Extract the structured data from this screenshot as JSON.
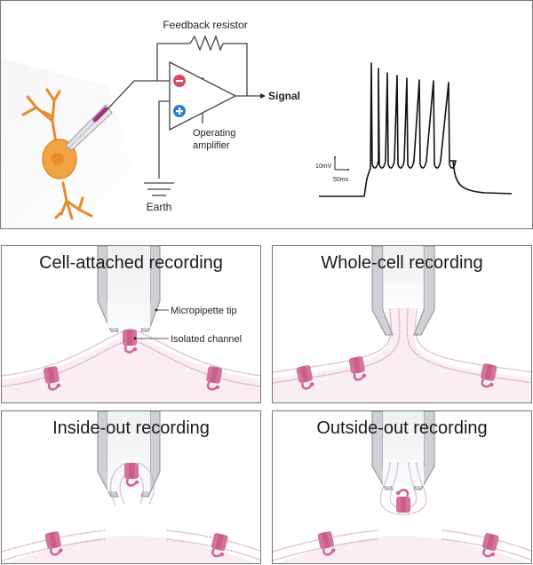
{
  "circuit": {
    "feedback_resistor_label": "Feedback resistor",
    "signal_label": "Signal",
    "amplifier_label_line1": "Operating",
    "amplifier_label_line2": "amplifier",
    "earth_label": "Earth",
    "inverting_input_symbol": "minus",
    "noninverting_input_symbol": "plus",
    "colors": {
      "neuron": "#f0a040",
      "neuron_nucleus": "#ec8a2c",
      "electrode": "#b0307a",
      "minus_badge": "#d94a6a",
      "plus_badge": "#2f7fc8"
    }
  },
  "trace": {
    "scale_bar_voltage": "10mV",
    "scale_bar_time": "50ms",
    "spike_count": 8
  },
  "panels": [
    {
      "title": "Cell-attached recording",
      "annotations": [
        "Micropipette tip",
        "Isolated channel"
      ]
    },
    {
      "title": "Whole-cell recording"
    },
    {
      "title": "Inside-out recording"
    },
    {
      "title": "Outside-out recording"
    }
  ],
  "colors": {
    "membrane": "#c79ac0",
    "cytoplasm": "#fbeef3",
    "channel": "#d0668f",
    "pipette": "#cfd1d4"
  }
}
